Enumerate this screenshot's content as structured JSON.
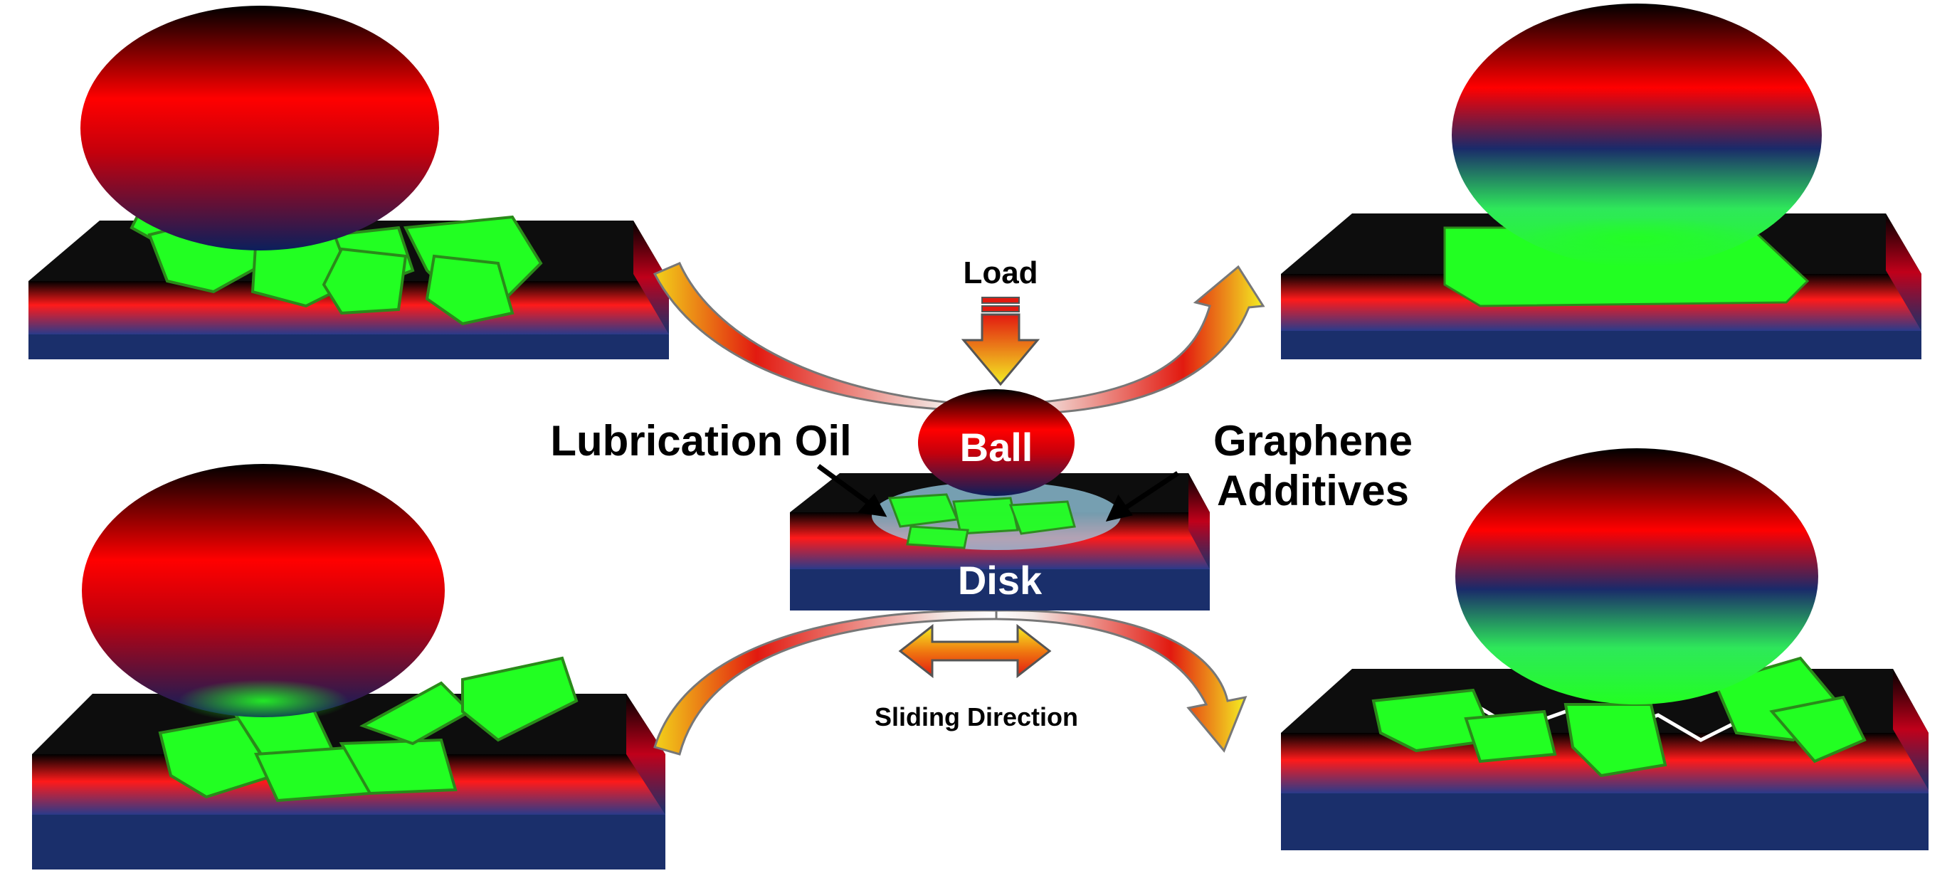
{
  "labels": {
    "load": "Load",
    "ball": "Ball",
    "disk": "Disk",
    "lubrication_oil": "Lubrication Oil",
    "graphene_line1": "Graphene",
    "graphene_line2": "Additives",
    "sliding_direction": "Sliding Direction"
  },
  "colors": {
    "ball_top": "#000000",
    "ball_mid": "#ff0000",
    "ball_bottom": "#0b1f5c",
    "plate_top_red": "#ff1a1a",
    "plate_side": "#16326e",
    "graphene": "#22ff22",
    "graphene_edge": "#2a8a1a",
    "arrow_red": "#e21a10",
    "arrow_yellow": "#f4ee22"
  },
  "icons": [
    "load-arrow-icon",
    "sliding-direction-arrow-icon",
    "curved-arrow-icon"
  ]
}
